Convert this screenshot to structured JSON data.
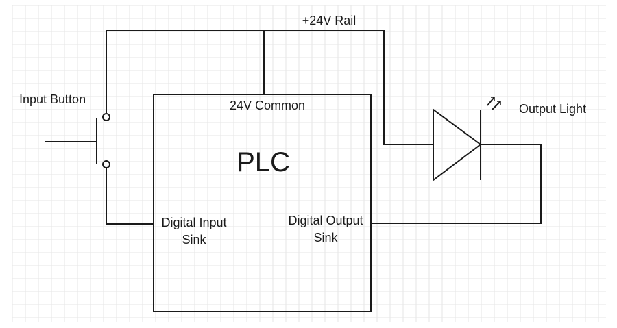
{
  "diagram": {
    "rail_label": "+24V Rail",
    "common_label": "24V Common",
    "plc_label": "PLC",
    "input_button_label": "Input Button",
    "output_light_label": "Output Light",
    "digital_input_label_1": "Digital Input",
    "digital_input_label_2": "Sink",
    "digital_output_label_1": "Digital Output",
    "digital_output_label_2": "Sink"
  },
  "colors": {
    "line": "#1a1a1a",
    "grid": "#e6e6e6",
    "background": "#ffffff"
  }
}
